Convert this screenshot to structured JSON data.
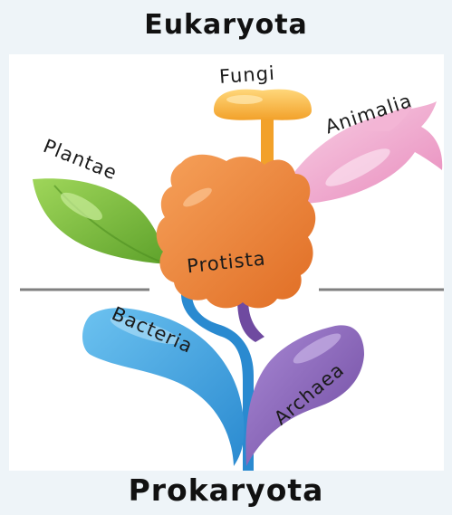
{
  "diagram": {
    "top_label": "Eukaryota",
    "bottom_label": "Prokaryota",
    "kingdoms": {
      "fungi": "Fungi",
      "animalia": "Animalia",
      "plantae": "Plantae",
      "protista": "Protista",
      "bacteria": "Bacteria",
      "archaea": "Archaea"
    },
    "colors": {
      "fungi": "#f7b23b",
      "animalia": "#f2a7cd",
      "plantae": "#7cbf3a",
      "protista": "#f0823a",
      "bacteria": "#3ba2e0",
      "archaea": "#8a63b8",
      "divider": "#808080"
    }
  }
}
